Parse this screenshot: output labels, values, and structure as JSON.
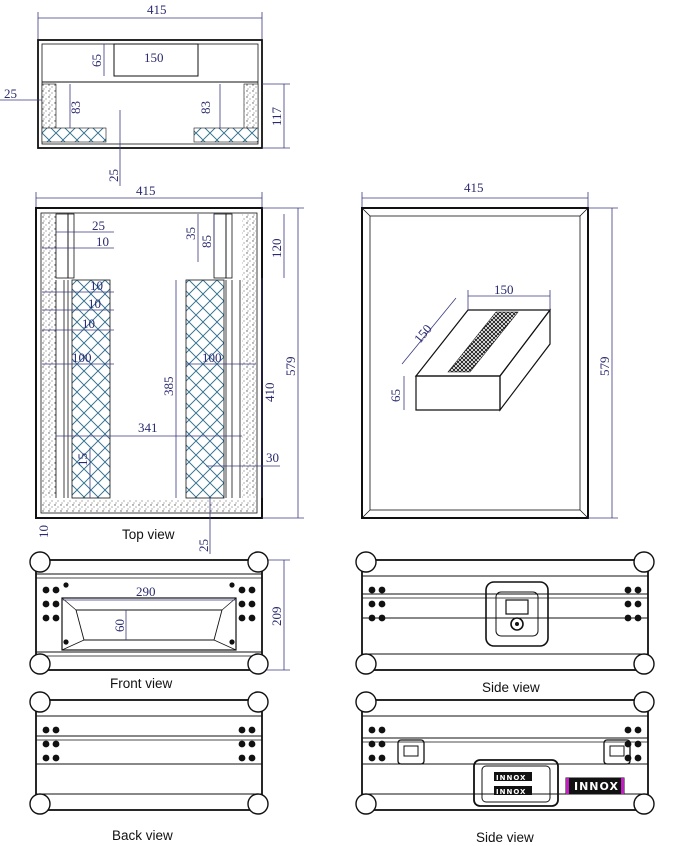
{
  "diagram": {
    "dims": {
      "d415_a": "415",
      "d150_a": "150",
      "d65_a": "65",
      "d25_a": "25",
      "d83_a": "83",
      "d83_b": "83",
      "d117": "117",
      "d25_b": "25",
      "d415_b": "415",
      "d25_c": "25",
      "d10_a": "10",
      "d35": "35",
      "d85": "85",
      "d120": "120",
      "d10_b": "10",
      "d10_c": "10",
      "d10_d": "10",
      "d100_a": "100",
      "d100_b": "100",
      "d385": "385",
      "d410": "410",
      "d579_a": "579",
      "d341": "341",
      "d15": "15",
      "d30": "30",
      "d10_e": "10",
      "d25_d": "25",
      "d415_c": "415",
      "d150_b": "150",
      "d150_c": "150",
      "d65_b": "65",
      "d579_b": "579",
      "d290": "290",
      "d60": "60",
      "d209": "209"
    },
    "captions": {
      "top_view": "Top view",
      "front_view": "Front view",
      "side_view_1": "Side view",
      "back_view": "Back view",
      "side_view_2": "Side view"
    },
    "logo_text": "INNOX",
    "latch_text_1": "INNOX",
    "latch_text_2": "INNOX",
    "colors": {
      "dimension": "#2a2a70",
      "outline": "#111111",
      "hatch": "#2f6f8f",
      "accent": "#c020c0"
    }
  }
}
